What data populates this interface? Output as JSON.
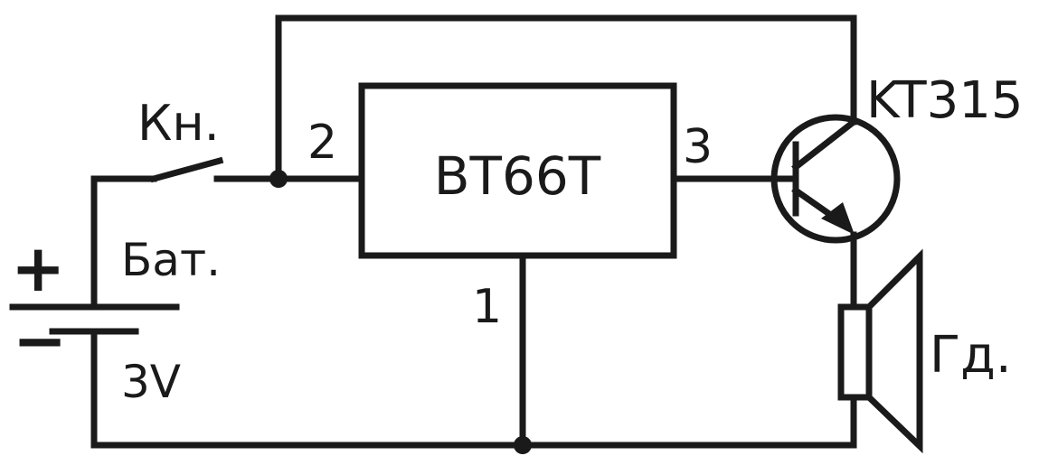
{
  "diagram": {
    "switch_label": "Кн.",
    "battery_label": "Бат.",
    "battery_voltage": "3V",
    "battery_plus": "+",
    "battery_minus": "−",
    "ic_label": "BT66T",
    "pin_1": "1",
    "pin_2": "2",
    "pin_3": "3",
    "transistor_label": "KT315",
    "speaker_label": "Гд."
  }
}
